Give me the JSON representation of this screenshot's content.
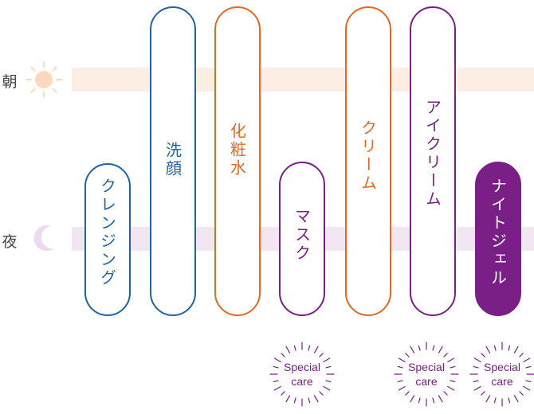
{
  "rows": {
    "morning_label": "朝",
    "night_label": "夜"
  },
  "steps": [
    {
      "label": "クレンジング",
      "border": "#1f63a6",
      "text_color": "#1f63a6",
      "fill": "#ffffff"
    },
    {
      "label": "洗顔",
      "border": "#1f63a6",
      "text_color": "#1f63a6",
      "fill": "#ffffff"
    },
    {
      "label": "化粧水",
      "border": "#e2691f",
      "text_color": "#e2691f",
      "fill": "#ffffff"
    },
    {
      "label": "マスク",
      "border": "#7a1f86",
      "text_color": "#7a1f86",
      "fill": "#ffffff"
    },
    {
      "label": "クリーム",
      "border": "#e2691f",
      "text_color": "#e2691f",
      "fill": "#ffffff"
    },
    {
      "label": "アイクリーム",
      "border": "#7a1f86",
      "text_color": "#7a1f86",
      "fill": "#ffffff"
    },
    {
      "label": "ナイトジェル",
      "border": "#7a1f86",
      "text_color": "#ffffff",
      "fill": "#7a1f86"
    }
  ],
  "badges": [
    {
      "text": "Special\ncare",
      "step": "マスク"
    },
    {
      "text": "Special\ncare",
      "step": "アイクリーム"
    },
    {
      "text": "Special\ncare",
      "step": "ナイトジェル"
    }
  ],
  "colors": {
    "blue": "#1f63a6",
    "orange": "#e2691f",
    "purple": "#7a1f86",
    "morning_band": "#fdeee3",
    "night_band": "#f2e6f2",
    "sun": "#fbd9bf",
    "moon": "#eddaf0"
  },
  "icons": {
    "morning": "sun-icon",
    "night": "moon-icon"
  }
}
